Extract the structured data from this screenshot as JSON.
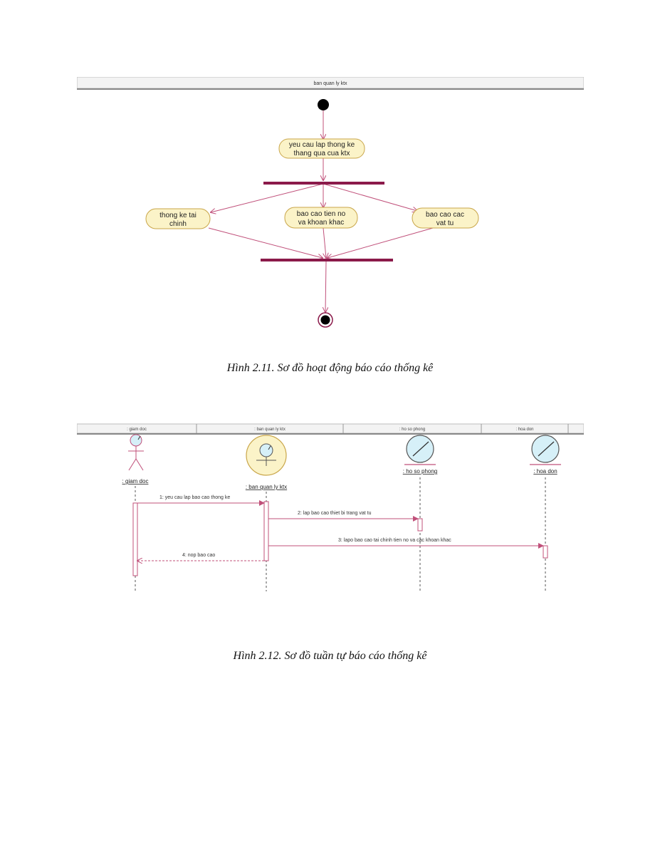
{
  "activity": {
    "swimlane": "ban quan ly ktx",
    "nodes": {
      "start": "",
      "request": [
        "yeu cau lap thong ke",
        "thang qua cua ktx"
      ],
      "finance": [
        "thong ke tai",
        "chinh"
      ],
      "debt": [
        "bao cao tien no",
        "va khoan khac"
      ],
      "supplies": [
        "bao cao cac",
        "vat tu"
      ]
    },
    "caption_num": "Hình 2.11",
    "caption_text": ". Sơ đồ hoạt động báo cáo thống kê"
  },
  "sequence": {
    "headers": [
      ": giam doc",
      ": ban quan ly ktx",
      ": ho so phong",
      ": hoa don"
    ],
    "objects": [
      ": giam doc",
      ": ban quan ly ktx",
      ": ho so phong",
      ": hoa don"
    ],
    "messages": [
      "1: yeu cau lap bao cao thong ke",
      "2: lap bao cao thiet bi trang vat tu",
      "3: lapo bao cao tai chinh tien no va cac khoan khac",
      "4: nop bao cao"
    ],
    "caption_num": "Hình 2.12",
    "caption_text": ". Sơ đồ tuần tự báo cáo thống kê"
  },
  "colors": {
    "flow": "#c0507a",
    "bar": "#8b1a4a",
    "node_fill": "#fbf3c8",
    "node_stroke": "#c9a64a",
    "object_fill": "#d6f0f8"
  }
}
